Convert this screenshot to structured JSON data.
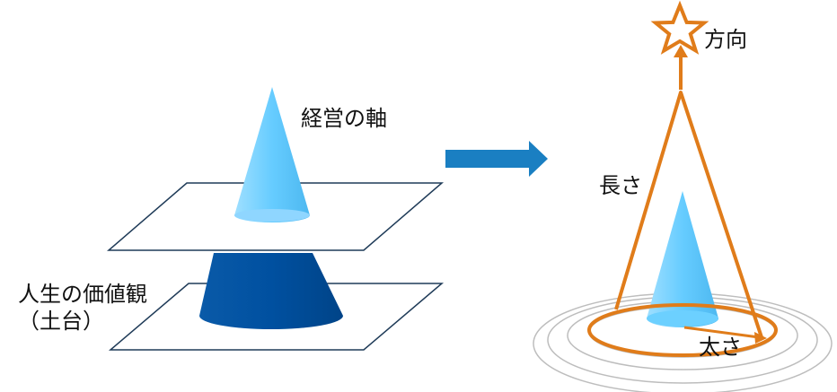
{
  "left": {
    "upper_cone_label": "経営の軸",
    "foundation_label_line1": "人生の価値観",
    "foundation_label_line2": "（土台）"
  },
  "right": {
    "direction_label": "方向",
    "length_label": "長さ",
    "thickness_label": "太さ"
  },
  "colors": {
    "light_cone": "#66ccff",
    "dark_cone": "#0050a0",
    "plane_stroke": "#1f3b58",
    "arrow": "#1a7fc2",
    "orange": "#e07c1a",
    "ripple": "#bdbdbd"
  }
}
